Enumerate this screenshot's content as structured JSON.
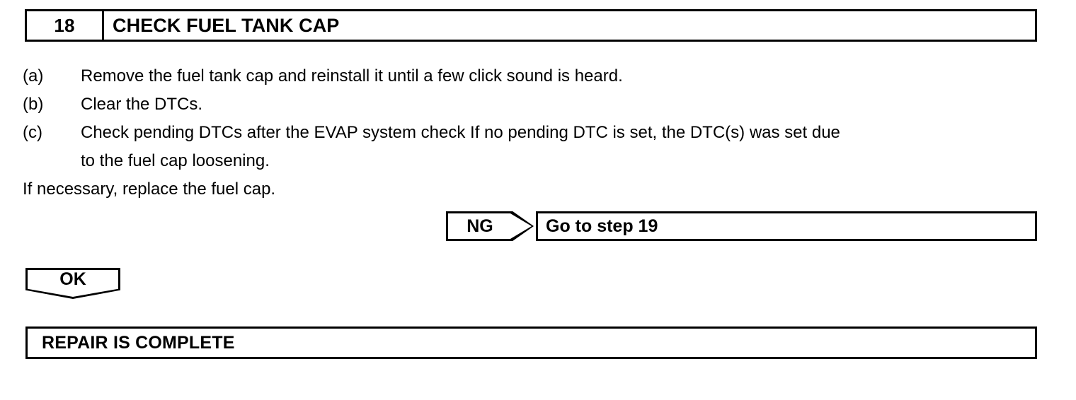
{
  "step_header": {
    "number": "18",
    "title": "CHECK FUEL TANK CAP"
  },
  "procedure": {
    "items": [
      {
        "label": "(a)",
        "text": "Remove the fuel tank cap and reinstall it until a few click sound is heard."
      },
      {
        "label": "(b)",
        "text": "Clear the DTCs."
      },
      {
        "label": "(c)",
        "text": "Check pending DTCs after the EVAP system check If no pending DTC is set, the DTC(s) was set due",
        "continuation": "to the fuel cap loosening."
      }
    ],
    "note": "If necessary, replace the fuel cap."
  },
  "branches": {
    "ng": {
      "label": "NG",
      "result": "Go to step 19"
    },
    "ok": {
      "label": "OK",
      "result": "REPAIR IS COMPLETE"
    }
  },
  "colors": {
    "ink": "#000000",
    "paper": "#ffffff"
  }
}
